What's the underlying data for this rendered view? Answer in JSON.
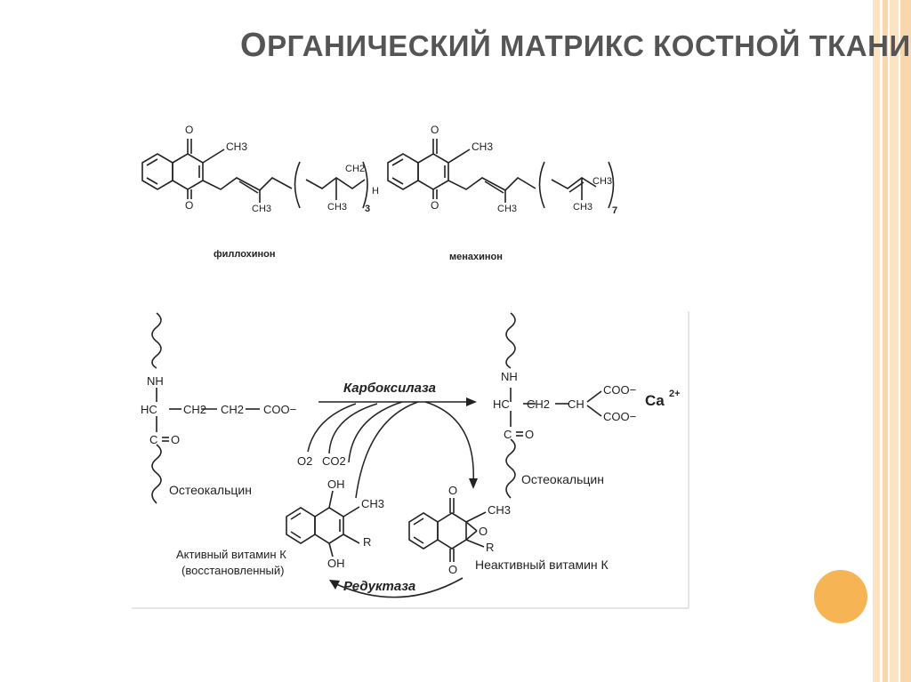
{
  "slide": {
    "title_first": "О",
    "title_rest": "РГАНИЧЕСКИЙ МАТРИКС КОСТНОЙ ТКАНИ",
    "accent_color": "#f5c98a",
    "dot_color": "#f7b455"
  },
  "top_structures": {
    "phylloquinone": {
      "caption": "филлохинон",
      "o_top": "O",
      "o_bottom": "O",
      "methyl": "CH3",
      "methyl2": "CH3",
      "methyl3": "CH3",
      "ch2": "CH2",
      "h": "H",
      "repeat": "3"
    },
    "menaquinone": {
      "caption": "менахинон",
      "o_top": "O",
      "o_bottom": "O",
      "methyl": "CH3",
      "methyl2": "CH3",
      "methyl3": "CH3",
      "methyl4": "CH3",
      "repeat": "7"
    }
  },
  "reaction": {
    "enzyme_top": "Карбоксилаза",
    "enzyme_bottom": "Редуктаза",
    "left": {
      "nh": "NH",
      "hc": "HC",
      "ch2a": "CH2",
      "ch2b": "CH2",
      "coo": "COO−",
      "c": "C",
      "o": "O",
      "label": "Остеокальцин"
    },
    "right": {
      "nh": "NH",
      "hc": "HC",
      "ch2": "CH2",
      "ch": "CH",
      "coo1": "COO−",
      "coo2": "COO−",
      "c": "C",
      "o": "O",
      "ca": "Ca",
      "ca_charge": "2+",
      "label": "Остеокальцин"
    },
    "o2": "O2",
    "co2": "CO2",
    "active": {
      "oh1": "OH",
      "oh2": "OH",
      "ch3": "CH3",
      "r": "R",
      "label1": "Активный витамин К",
      "label2": "(восстановленный)"
    },
    "inactive": {
      "o1": "O",
      "o2": "O",
      "ch3": "CH3",
      "r": "R",
      "epo": "O",
      "label": "Неактивный витамин К"
    }
  }
}
